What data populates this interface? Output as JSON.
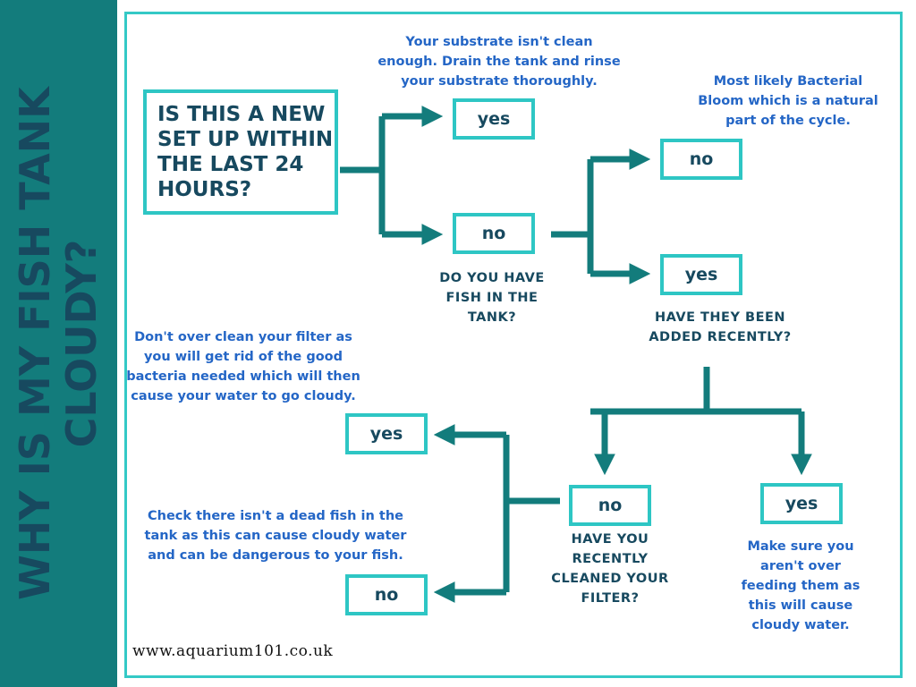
{
  "sidebar": {
    "title_line1": "WHY IS MY FISH TANK",
    "title_line2": "CLOUDY?"
  },
  "start_question": "IS THIS A NEW SET UP WITHIN THE LAST 24 HOURS?",
  "boxes": {
    "setup_yes": "yes",
    "setup_no": "no",
    "fish_no": "no",
    "fish_yes": "yes",
    "filter_yes": "yes",
    "filter_no": "no",
    "recent_no": "no",
    "recent_yes": "yes"
  },
  "questions": {
    "fish": "DO YOU HAVE FISH IN THE TANK?",
    "added": "HAVE THEY BEEN ADDED RECENTLY?",
    "filter": "HAVE YOU RECENTLY CLEANED YOUR FILTER?"
  },
  "notes": {
    "substrate": "Your substrate isn't clean enough. Drain the tank and rinse your substrate thoroughly.",
    "bloom": "Most likely Bacterial Bloom which is a natural part of the cycle.",
    "filter_clean": "Don't over clean your filter as you will get rid of the good bacteria needed which will then cause your water to go cloudy.",
    "dead_fish": "Check there isn't a dead fish in the tank as this can cause cloudy water and can be dangerous to your fish.",
    "overfeeding": "Make sure you aren't over feeding them as this will cause cloudy water."
  },
  "footer": {
    "url": "www.aquarium101.co.uk"
  },
  "colors": {
    "sidebar": "#137c7c",
    "title": "#17495f",
    "box_border": "#2ec6c4",
    "arrow": "#137c7c",
    "note_text": "#2466c6"
  }
}
